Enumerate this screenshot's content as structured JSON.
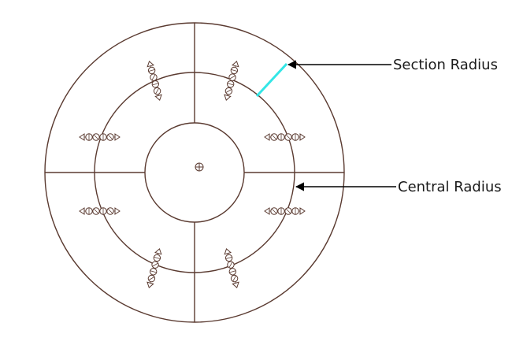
{
  "labels": {
    "section_radius": "Section Radius",
    "central_radius": "Central Radius"
  },
  "colors": {
    "line": "#5a3a30",
    "section_highlight": "#33e6e6",
    "arrow": "#000000",
    "text": "#1a1a1a"
  },
  "rings": [
    "outer-ring",
    "central-ring",
    "inner-ring"
  ],
  "icons": [
    "pivot-icon",
    "manipulator-icon"
  ]
}
